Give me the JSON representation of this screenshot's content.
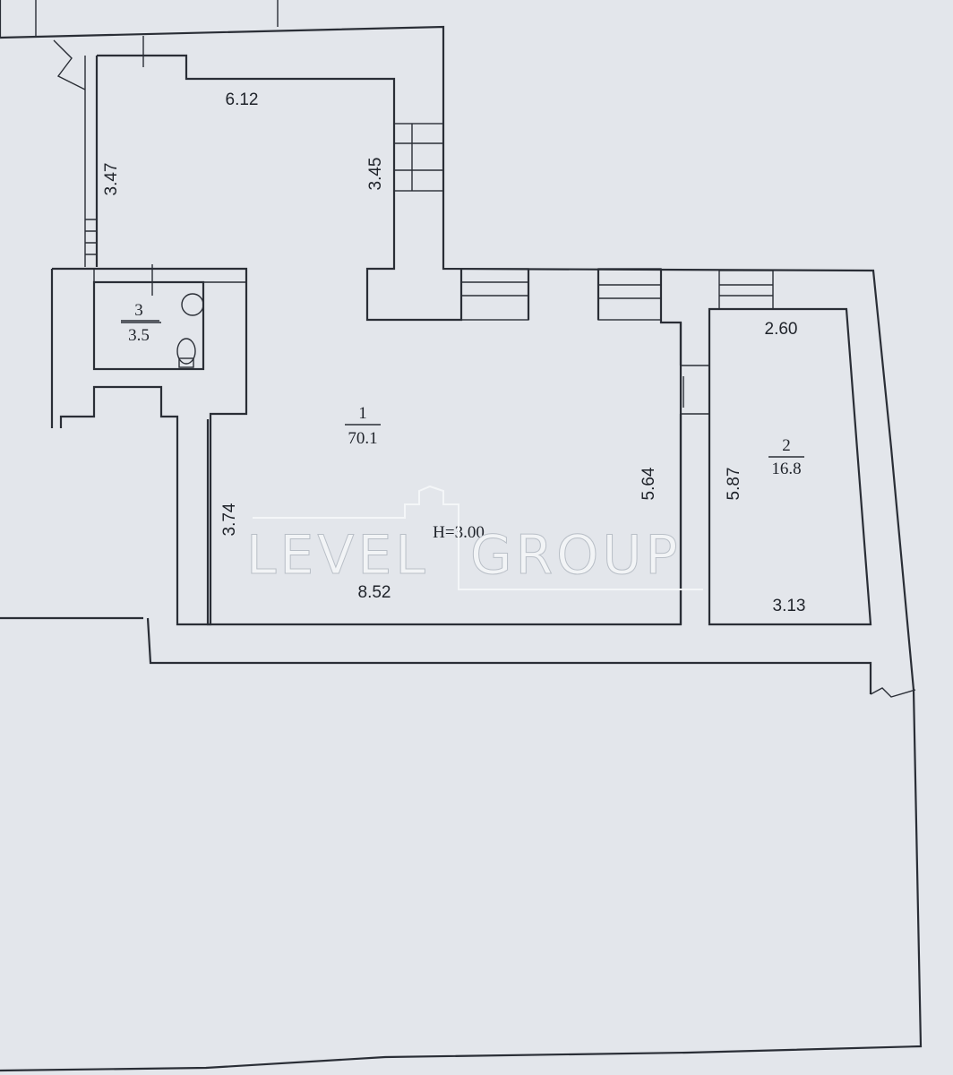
{
  "rooms": [
    {
      "number": "1",
      "area": "70.1"
    },
    {
      "number": "2",
      "area": "16.8"
    },
    {
      "number": "3",
      "area": "3.5"
    }
  ],
  "dimensions": {
    "d_6_12": "6.12",
    "d_3_47": "3.47",
    "d_3_45": "3.45",
    "d_2_60": "2.60",
    "d_5_87": "5.87",
    "d_5_64": "5.64",
    "d_3_74": "3.74",
    "d_8_52": "8.52",
    "d_3_13": "3.13"
  },
  "ceiling_height": "H=3.00",
  "watermark": {
    "word1": "LEVEL",
    "word2": "GROUP"
  },
  "colors": {
    "paper": "#e3e6eb",
    "ink": "#2a2e36"
  }
}
